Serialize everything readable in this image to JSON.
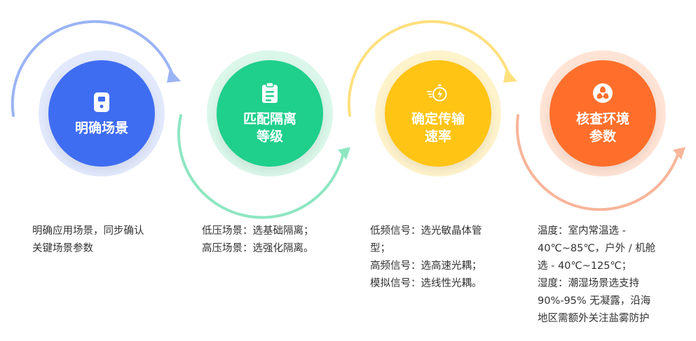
{
  "steps": [
    {
      "title_lines": [
        "明确场景"
      ],
      "icon": "phone-card-icon",
      "color": "#3f6df2",
      "arc_color": "#9bb4f5",
      "description": [
        "明确应用场景，同步确认",
        "关键场景参数"
      ]
    },
    {
      "title_lines": [
        "匹配隔离",
        "等级"
      ],
      "icon": "clipboard-list-icon",
      "color": "#1fcf8c",
      "arc_color": "#8ee6c2",
      "description": [
        "低压场景：选基础隔离；",
        "高压场景：选强化隔离。"
      ]
    },
    {
      "title_lines": [
        "确定传输",
        "速率"
      ],
      "icon": "speed-timer-icon",
      "color": "#ffc414",
      "arc_color": "#ffe07e",
      "description": [
        "低频信号：选光敏晶体管",
        "型；",
        "高频信号：选高速光耦；",
        "模拟信号：选线性光耦。"
      ]
    },
    {
      "title_lines": [
        "核查环境",
        "参数"
      ],
      "icon": "recycle-icon",
      "color": "#ff6f2b",
      "arc_color": "#f8b59a",
      "description": [
        "温度：室内常温选 -",
        "40℃~85℃，户外 / 机舱",
        "选 - 40℃~125℃；",
        "湿度：潮湿场景选支持",
        "90%-95% 无凝露，沿海",
        "地区需额外关注盐雾防护"
      ]
    }
  ]
}
